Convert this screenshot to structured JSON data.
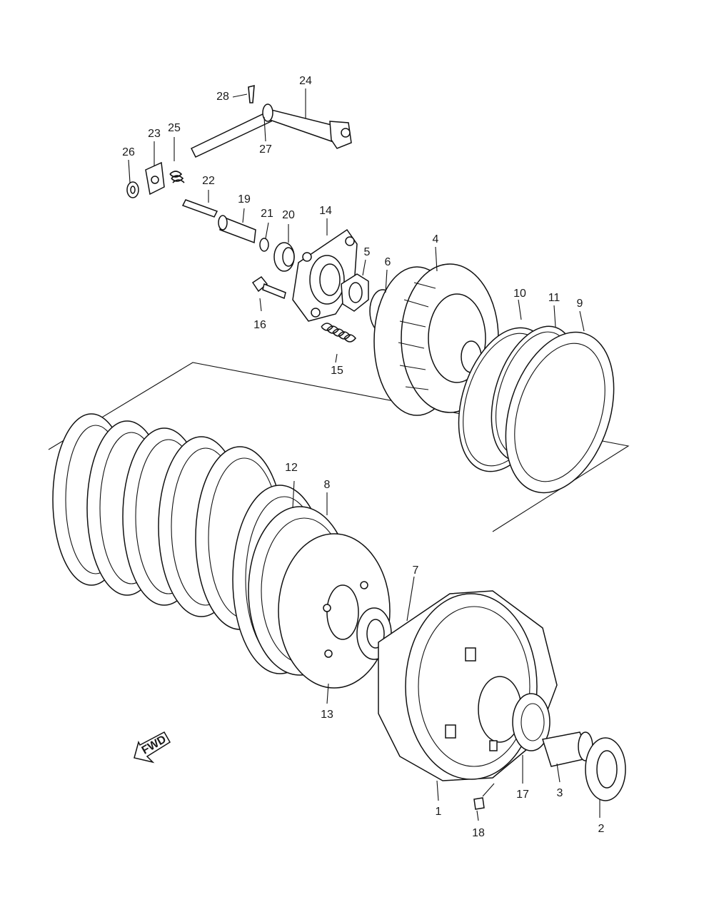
{
  "callouts": {
    "c1": "1",
    "c2": "2",
    "c3": "3",
    "c4": "4",
    "c5": "5",
    "c6": "6",
    "c7": "7",
    "c8": "8",
    "c9": "9",
    "c10": "10",
    "c11": "11",
    "c12": "12",
    "c13": "13",
    "c14": "14",
    "c15": "15",
    "c16": "16",
    "c17": "17",
    "c18": "18",
    "c19": "19",
    "c20": "20",
    "c21": "21",
    "c22": "22",
    "c23": "23",
    "c24": "24",
    "c25": "25",
    "c26": "26",
    "c27": "27",
    "c28": "28"
  },
  "fwd_badge": {
    "label": "FWD"
  }
}
